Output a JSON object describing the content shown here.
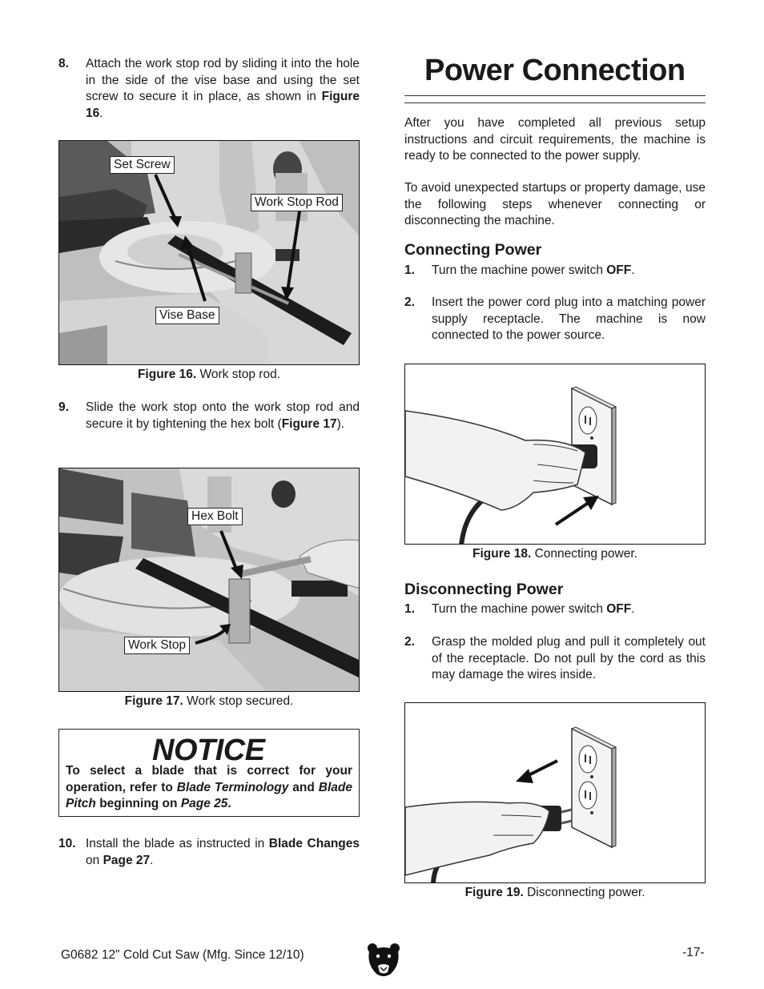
{
  "left": {
    "step8": {
      "num": "8.",
      "text_a": "Attach the work stop rod by sliding it into the hole in the side of the vise base and using the set screw to secure it in place, as shown in ",
      "ref": "Figure 16",
      "text_b": "."
    },
    "fig16": {
      "label": "Figure 16.",
      "caption": "Work stop rod.",
      "callouts": {
        "set_screw": "Set Screw",
        "work_stop_rod": "Work Stop Rod",
        "vise_base": "Vise Base"
      }
    },
    "step9": {
      "num": "9.",
      "text_a": "Slide the work stop onto the work stop rod and secure it by tightening the hex bolt (",
      "ref": "Figure 17",
      "text_b": ")."
    },
    "fig17": {
      "label": "Figure 17.",
      "caption": "Work stop secured.",
      "callouts": {
        "hex_bolt": "Hex Bolt",
        "work_stop": "Work Stop"
      }
    },
    "notice": {
      "title": "NOTICE",
      "text_a": "To select a blade that is correct for your operation, refer to ",
      "ref1": "Blade Terminology",
      "text_b": " and ",
      "ref2": "Blade Pitch",
      "text_c": " beginning on ",
      "ref3": "Page 25",
      "text_d": "."
    },
    "step10": {
      "num": "10.",
      "text_a": "Install the blade as instructed in ",
      "ref1": "Blade Changes",
      "text_b": " on ",
      "ref2": "Page 27",
      "text_c": "."
    }
  },
  "right": {
    "title": "Power Connection",
    "intro1": "After you have completed all previous setup instructions and circuit requirements, the machine is ready to be connected to the power supply.",
    "intro2": "To avoid unexpected startups or property damage, use the following steps whenever connecting or disconnecting the machine.",
    "connecting": {
      "heading": "Connecting Power",
      "step1": {
        "num": "1.",
        "text_a": "Turn the machine power switch ",
        "bold": "OFF",
        "text_b": "."
      },
      "step2": {
        "num": "2.",
        "text": "Insert the power cord plug into a matching power supply receptacle. The machine is now connected to the power source."
      }
    },
    "fig18": {
      "label": "Figure 18.",
      "caption": "Connecting power."
    },
    "disconnecting": {
      "heading": "Disconnecting Power",
      "step1": {
        "num": "1.",
        "text_a": "Turn the machine power switch ",
        "bold": "OFF",
        "text_b": "."
      },
      "step2": {
        "num": "2.",
        "text": "Grasp the molded plug and pull it completely out of the receptacle. Do not pull by the cord as this may damage the wires inside."
      }
    },
    "fig19": {
      "label": "Figure 19.",
      "caption": "Disconnecting power."
    }
  },
  "footer": {
    "left": "G0682 12\" Cold Cut Saw (Mfg. Since 12/10)",
    "page": "-17-",
    "logo_icon": "grizzly-bear-logo-icon"
  }
}
